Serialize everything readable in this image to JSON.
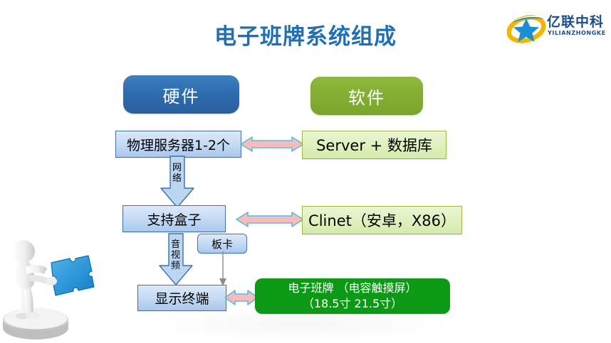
{
  "slide": {
    "title": "电子班牌系统组成",
    "title_color": "#1F6FB5",
    "background": "#FFFFFF"
  },
  "logo": {
    "name": "亿联中科",
    "pinyin": "YILIANZHONGKE",
    "mark_colors": {
      "swoosh": "#F4B400",
      "star": "#1B8FD4",
      "text": "#1A4E8A"
    }
  },
  "columns": {
    "hardware": {
      "label": "硬件",
      "color": "#2E6DAF"
    },
    "software": {
      "label": "软件",
      "color": "#83AE33"
    }
  },
  "hardware_nodes": {
    "server": "物理服务器1-2个",
    "support_box": "支持盒子",
    "board_card": "板卡",
    "display_terminal": "显示终端"
  },
  "software_nodes": {
    "server_db": "Server + 数据库",
    "client": "Clinet（安卓，X86）",
    "panel_line1": "电子班牌 （电容触摸屏）",
    "panel_line2": "（18.5寸  21.5寸）",
    "panel_color": "#0C9A16"
  },
  "connector_labels": {
    "network": "网络",
    "av": "音视频"
  },
  "arrow_colors": {
    "pink_fill": "#F7BDBD",
    "pink_stroke": "#59B9E6",
    "blue_fill": "#BBD6F0",
    "blue_stroke": "#3C6FA8",
    "thin_gray": "#8C8C8C"
  },
  "decoration": {
    "figure": "person-holding-puzzle-piece",
    "puzzle_color": "#1B8FD4"
  }
}
